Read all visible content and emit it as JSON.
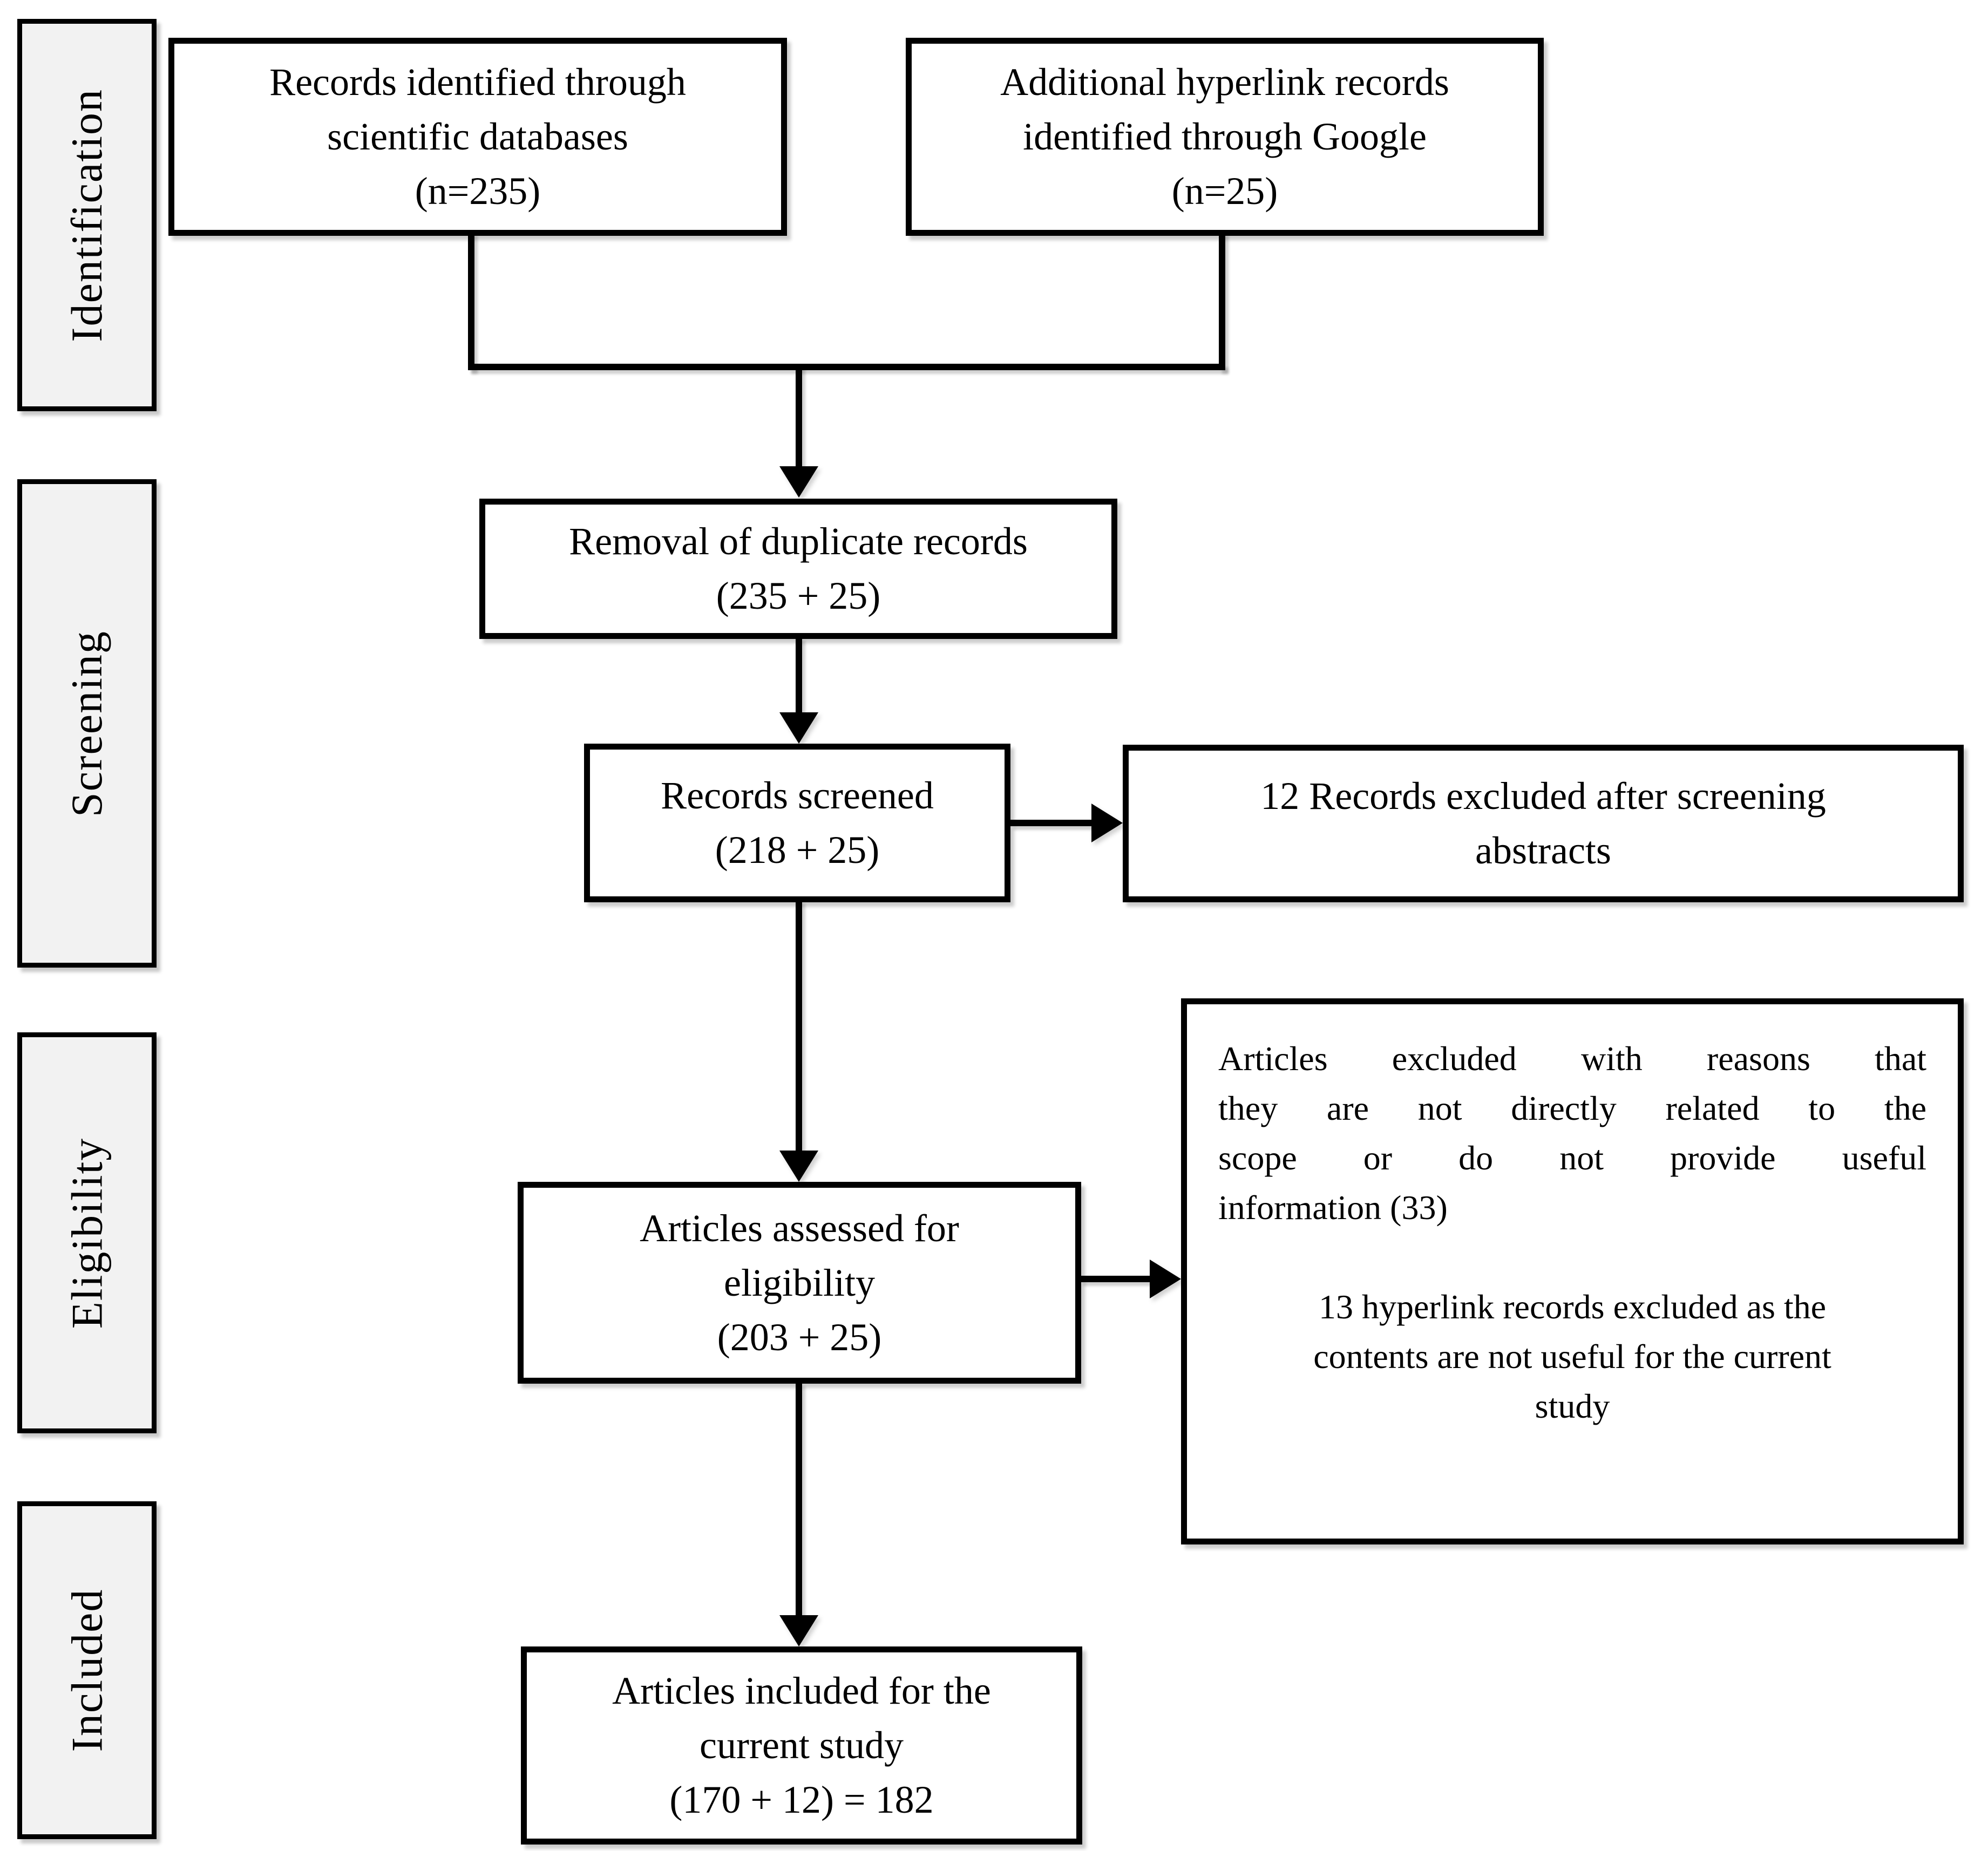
{
  "stage_labels": [
    {
      "label": "Identification"
    },
    {
      "label": "Screening"
    },
    {
      "label": "Eligibility"
    },
    {
      "label": "Included"
    }
  ],
  "boxes": {
    "identified": {
      "lines": [
        "Records identified through",
        "scientific databases",
        "(n=235)"
      ]
    },
    "additional": {
      "lines": [
        "Additional hyperlink records",
        "identified through Google",
        "(n=25)"
      ]
    },
    "duplicates": {
      "lines": [
        "Removal of duplicate records",
        "(235 + 25)"
      ]
    },
    "screened": {
      "lines": [
        "Records screened",
        "(218 + 25)"
      ]
    },
    "excluded_screening": {
      "lines": [
        "12 Records excluded after screening",
        "abstracts"
      ]
    },
    "assessed": {
      "lines": [
        "Articles assessed for",
        "eligibility",
        "(203 + 25)"
      ]
    },
    "excluded_eligibility": {
      "paragraph1_lines": [
        "Articles excluded with reasons that",
        "they are not directly related to the",
        "scope or do not provide useful",
        "information (33)"
      ],
      "paragraph2_lines": [
        "13 hyperlink records excluded as the",
        "contents are not useful for the current",
        "study"
      ]
    },
    "included": {
      "lines": [
        "Articles included for the",
        "current study",
        "(170 + 12) = 182"
      ]
    }
  },
  "colors": {
    "stage_fill": "#f2f2f2",
    "box_fill": "#ffffff",
    "line": "#000000"
  }
}
